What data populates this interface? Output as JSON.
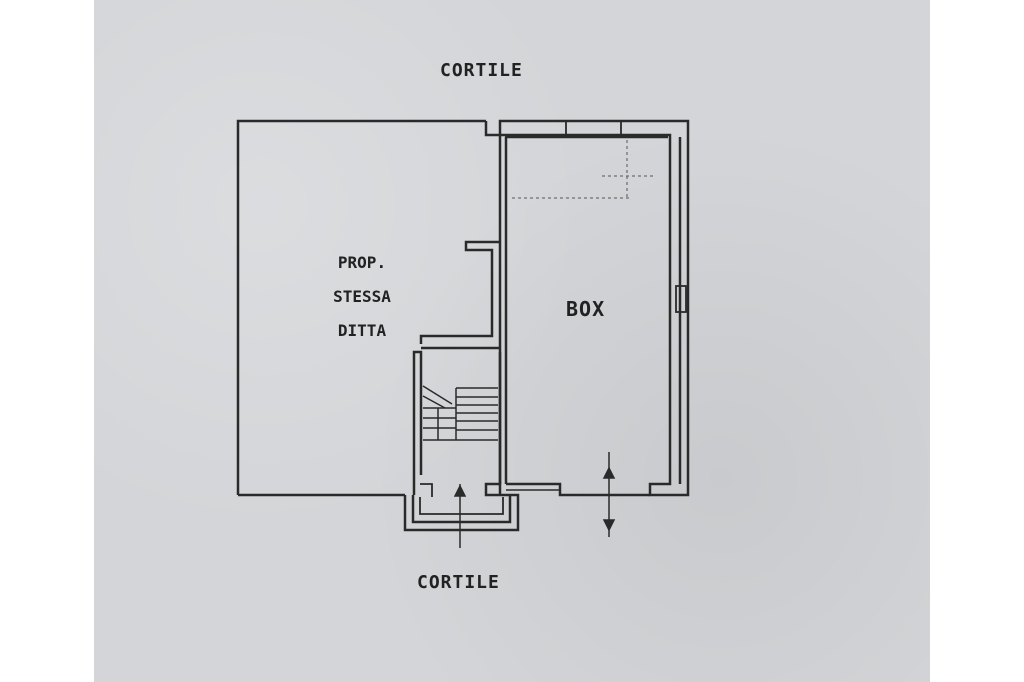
{
  "plan": {
    "courtyard_top": "CORTILE",
    "courtyard_bottom": "CORTILE",
    "room_box": "BOX",
    "room_prop_line1": "PROP.",
    "room_prop_line2": "STESSA",
    "room_prop_line3": "DITTA"
  },
  "colors": {
    "paper": "#d3d5d8",
    "ink": "#2a2a2a"
  }
}
